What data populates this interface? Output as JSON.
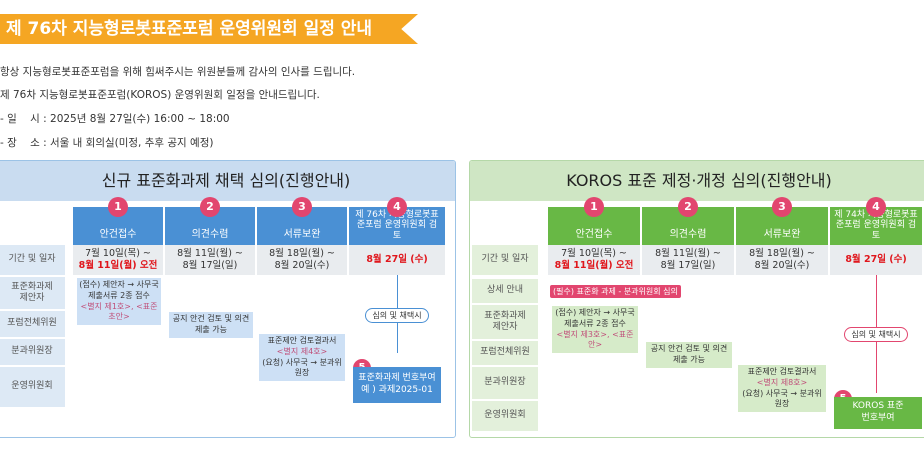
{
  "banner": {
    "title": "제 76차 지능형로봇표준포럼 운영위원회 일정 안내"
  },
  "intro": {
    "line1": "항상 지능형로봇표준포럼을 위해 힘써주시는 위원분들께 감사의 인사를 드립니다.",
    "line2": "제 76차 지능형로봇표준포럼(KOROS) 운영위원회 일정을 안내드립니다.",
    "line3": "- 일    시 : 2025년 8월 27일(수) 16:00 ~ 18:00",
    "line4": "- 장    소 : 서울 내 회의실(미정, 추후 공지 예정)"
  },
  "panel1": {
    "title": "신규 표준화과제 채택 심의(진행안내)",
    "rows": [
      "기간 및 일자",
      "표준화과제 제안자",
      "포럼전체위원",
      "분과위원장",
      "운영위원회"
    ],
    "steps": [
      {
        "num": "1",
        "label": "안건접수"
      },
      {
        "num": "2",
        "label": "의견수렴"
      },
      {
        "num": "3",
        "label": "서류보완"
      },
      {
        "num": "4",
        "label": "제 76차 지능형로봇표준포럼 운영위원회 검토"
      }
    ],
    "dates": [
      {
        "line1": "7월 10일(목) ~",
        "line2": "8월 11일(월) 오전"
      },
      {
        "line1": "8월 11일(월) ~",
        "line2": "8월 17일(일)"
      },
      {
        "line1": "8월 18일(월) ~",
        "line2": "8월 20일(수)"
      },
      {
        "line1": "8월 27일 (수)",
        "line2": ""
      }
    ],
    "box1": {
      "main": "(접수) 제안자 → 사무국 제출서류 2종 접수",
      "sub": "<별지 제1호>, <표준 초안>"
    },
    "box2": {
      "main": "공지 안건 검토 및 의견 제출 가능"
    },
    "box3": {
      "main": "표준제안 검토결과서",
      "sub": "<별지 제4호>",
      "main2": "(요청) 사무국 → 분과위원장"
    },
    "pill": "심의 및 채택시",
    "final": {
      "num": "5",
      "line1": "표준화과제 번호부여",
      "line2": "예 ) 과제2025-01"
    }
  },
  "panel2": {
    "title": "KOROS 표준 제정·개정 심의(진행안내)",
    "rows": [
      "기간 및 일자",
      "상세 안내",
      "표준화과제 제안자",
      "포럼전체위원",
      "분과위원장",
      "운영위원회"
    ],
    "steps": [
      {
        "num": "1",
        "label": "안건접수"
      },
      {
        "num": "2",
        "label": "의견수렴"
      },
      {
        "num": "3",
        "label": "서류보완"
      },
      {
        "num": "4",
        "label": "제 74차 지능형로봇표준포럼 운영위원회 검토"
      }
    ],
    "dates": [
      {
        "line1": "7월 10일(목) ~",
        "line2": "8월 11일(월) 오전"
      },
      {
        "line1": "8월 11일(월) ~",
        "line2": "8월 17일(일)"
      },
      {
        "line1": "8월 18일(월) ~",
        "line2": "8월 20일(수)"
      },
      {
        "line1": "8월 27일 (수)",
        "line2": ""
      }
    ],
    "pinkbar": "(필수) 표준화 과제 - 분과위원회 심의",
    "box1": {
      "main": "(접수) 제안자 → 사무국 제출서류 2종 접수",
      "sub": "<별지 제3호>, <표준안>"
    },
    "box2": {
      "main": "공지 안건 검토 및 의견 제출 가능"
    },
    "box3": {
      "main": "표준제안 검토결과서",
      "sub": "<별지 제8호>",
      "main2": "(요청) 사무국 → 분과위원장"
    },
    "pill": "심의 및 채택시",
    "final": {
      "num": "5",
      "line1": "KOROS 표준",
      "line2": "번호부여"
    }
  }
}
